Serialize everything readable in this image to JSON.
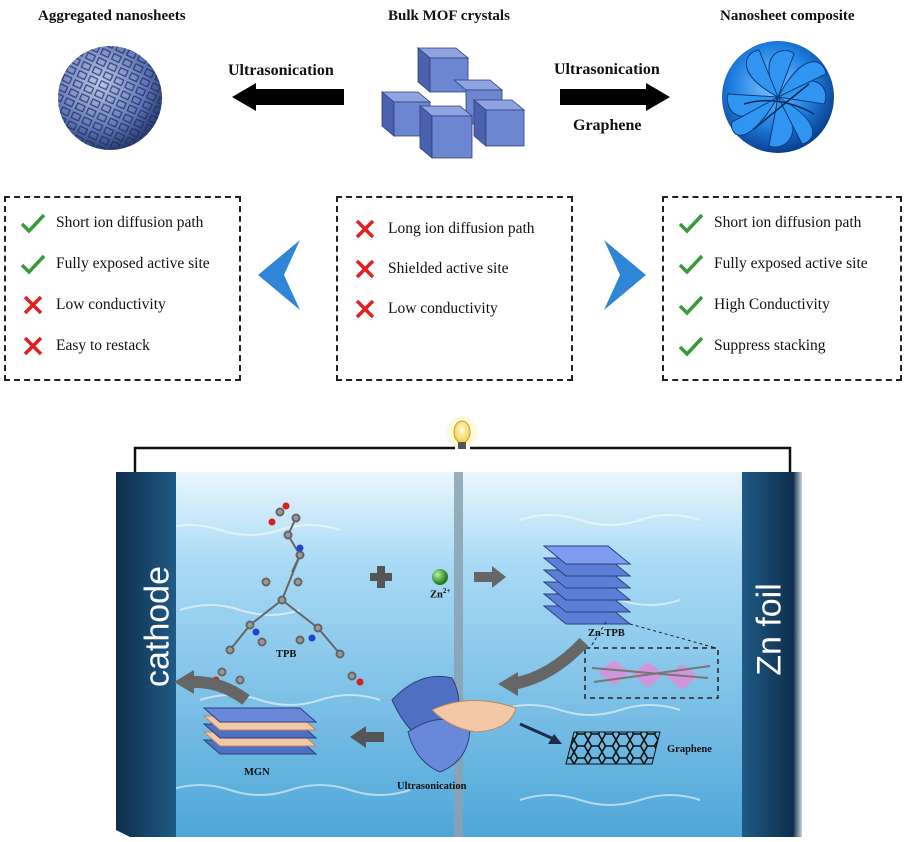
{
  "top": {
    "left_title": "Aggregated nanosheets",
    "center_title": "Bulk MOF crystals",
    "right_title": "Nanosheet composite",
    "left_arrow_label": "Ultrasonication",
    "right_arrow_label_top": "Ultrasonication",
    "right_arrow_label_bottom": "Graphene"
  },
  "boxes": {
    "left": [
      {
        "icon": "check-icon",
        "text": "Short ion diffusion path"
      },
      {
        "icon": "check-icon",
        "text": "Fully exposed active site"
      },
      {
        "icon": "cross-icon",
        "text": "Low conductivity"
      },
      {
        "icon": "cross-icon",
        "text": "Easy to restack"
      }
    ],
    "center": [
      {
        "icon": "cross-icon",
        "text": "Long ion diffusion path"
      },
      {
        "icon": "cross-icon",
        "text": "Shielded active site"
      },
      {
        "icon": "cross-icon",
        "text": "Low conductivity"
      }
    ],
    "right": [
      {
        "icon": "check-icon",
        "text": "Short ion diffusion path"
      },
      {
        "icon": "check-icon",
        "text": "Fully exposed active site"
      },
      {
        "icon": "check-icon",
        "text": "High Conductivity"
      },
      {
        "icon": "check-icon",
        "text": "Suppress stacking"
      }
    ]
  },
  "battery": {
    "cathode_label": "cathode",
    "anode_label": "Zn foil",
    "tpb_label": "TPB",
    "zn_ion_label": "Zn",
    "zn_ion_charge": "2+",
    "zn_tpb_label": "Zn-TPB",
    "ultrasonication_label": "Ultrasonication",
    "graphene_label": "Graphene",
    "mgn_label": "MGN"
  },
  "colors": {
    "check": "#3a9a3a",
    "cross": "#e02020",
    "chevron": "#2f86d6",
    "sheet_blue": "#4f6fc2",
    "water": "#7fc0e8",
    "electrode": "#163a5c"
  }
}
